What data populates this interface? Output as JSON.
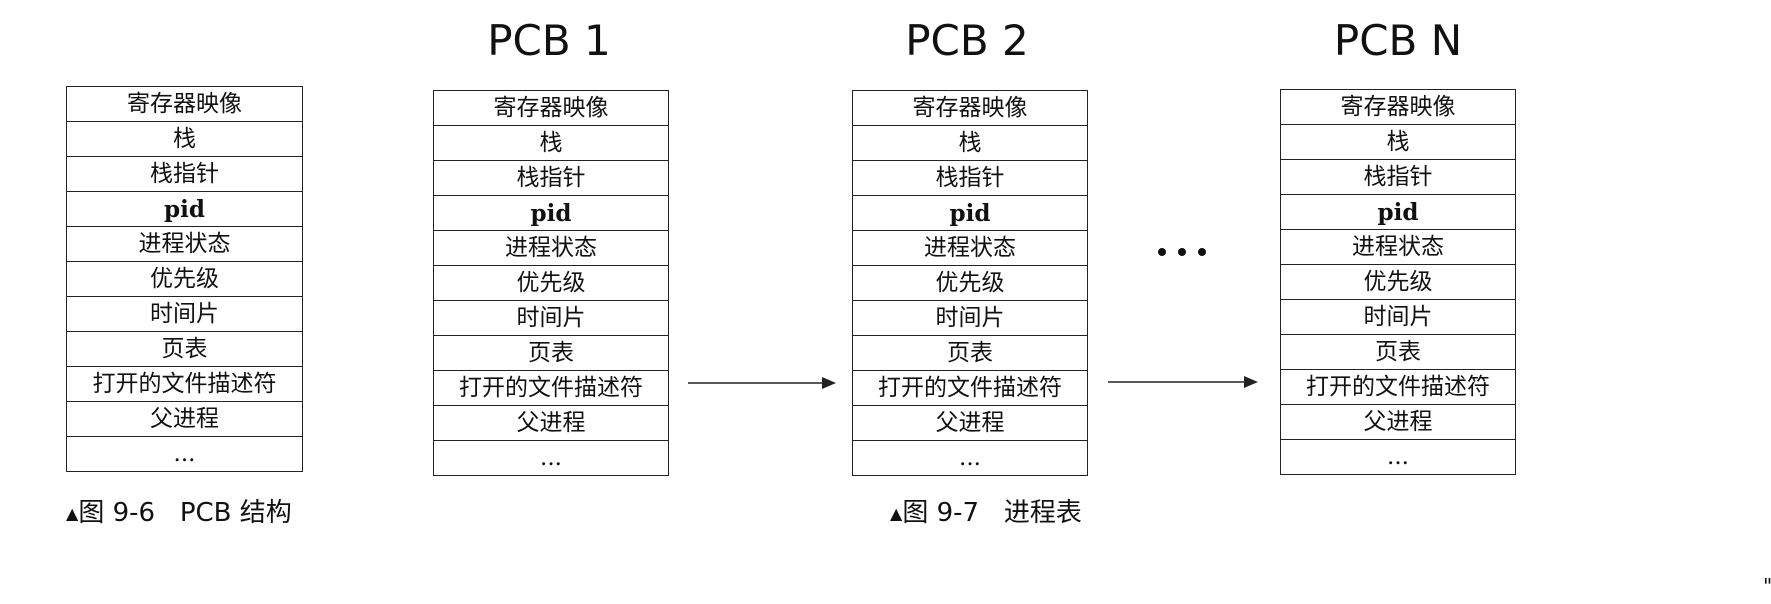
{
  "rows": [
    "寄存器映像",
    "栈",
    "栈指针",
    "pid",
    "进程状态",
    "优先级",
    "时间片",
    "页表",
    "打开的文件描述符",
    "父进程",
    "..."
  ],
  "pcb_titles": [
    "PCB 1",
    "PCB 2",
    "PCB N"
  ],
  "ellipsis": "• • •",
  "captions": {
    "fig_9_6": "图 9-6   PCB 结构",
    "fig_9_7": "图 9-7   进程表"
  }
}
